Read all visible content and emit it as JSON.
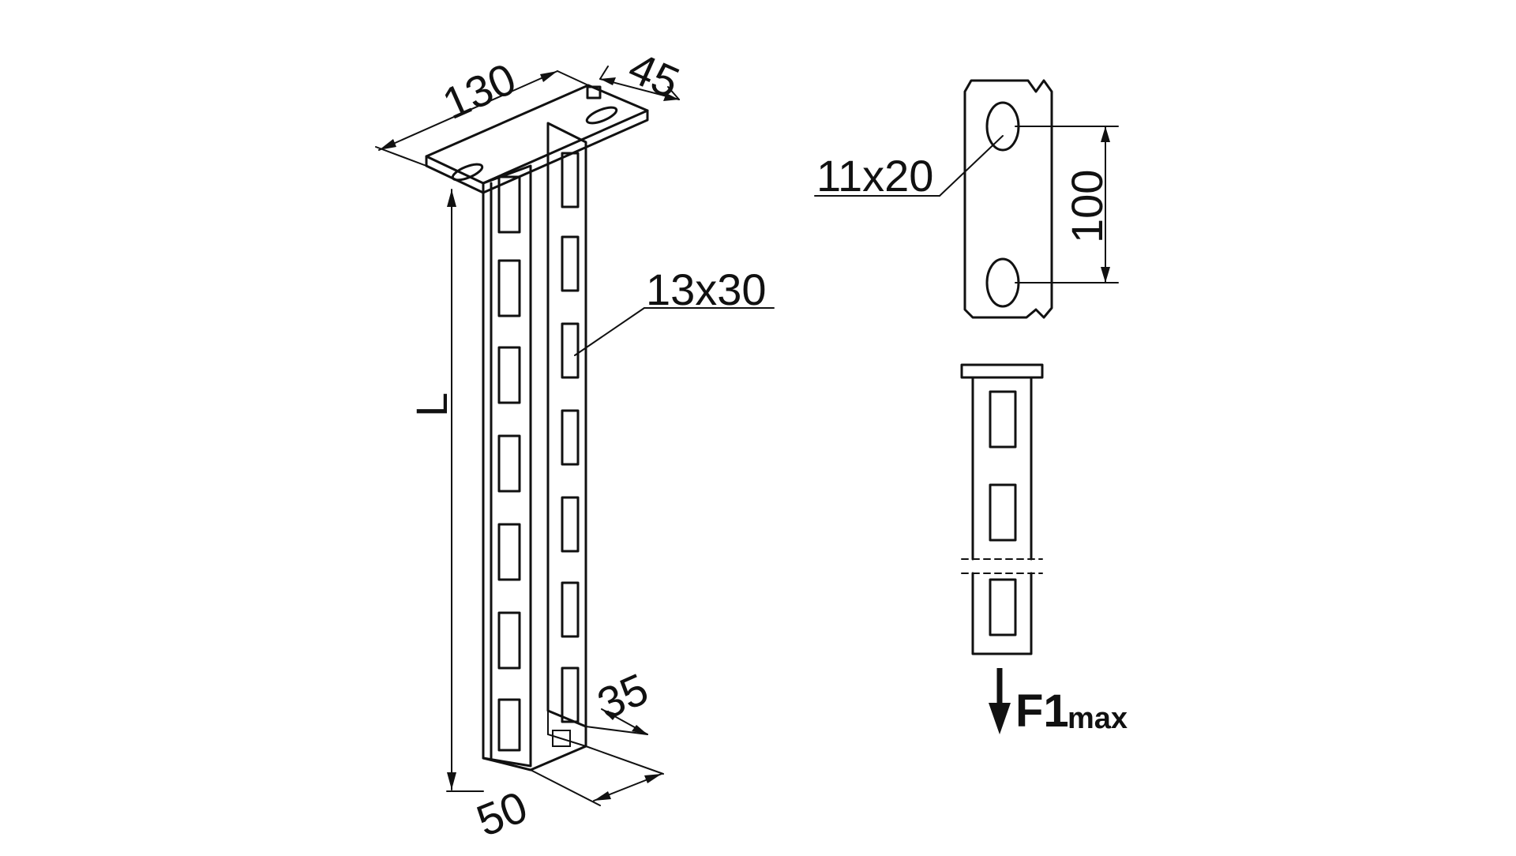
{
  "left_view": {
    "dim_width_top": "130",
    "dim_depth_top": "45",
    "dim_length": "L",
    "dim_depth_bottom": "35",
    "dim_width_bottom": "50",
    "slot_callout": "13x30"
  },
  "right_view": {
    "hole_callout": "11x20",
    "hole_spacing": "100",
    "force_label": "F1",
    "force_subscript": "max"
  },
  "colors": {
    "line": "#111111",
    "background": "#ffffff"
  }
}
